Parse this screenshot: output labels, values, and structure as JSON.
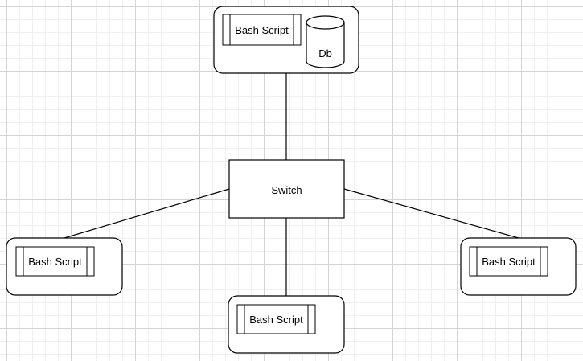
{
  "diagram": {
    "switch_label": "Switch",
    "db_label": "Db",
    "server_script_label": "Bash Script",
    "client_left_script_label": "Bash Script",
    "client_bottom_script_label": "Bash Script",
    "client_right_script_label": "Bash Script"
  }
}
